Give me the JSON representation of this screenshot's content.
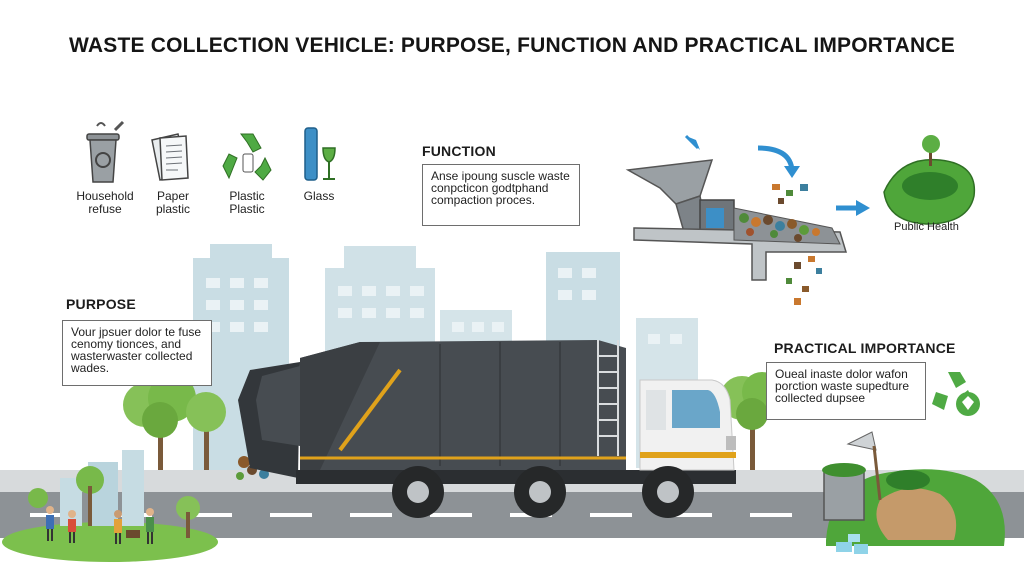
{
  "title": "WASTE COLLECTION VEHICLE:  PURPOSE, FUNCTION AND PRACTICAL IMPORTANCE",
  "waste_types": [
    {
      "icon": "trash-bin-icon",
      "lines": [
        "Household",
        "refuse"
      ]
    },
    {
      "icon": "paper-icon",
      "lines": [
        "Paper",
        "plastic"
      ]
    },
    {
      "icon": "recycle-icon",
      "lines": [
        "Plastic",
        "Plastic"
      ]
    },
    {
      "icon": "glass-icon",
      "lines": [
        "Glass"
      ]
    }
  ],
  "function": {
    "heading": "FUNCTION",
    "lines": [
      "Anse ipoung suscle waste",
      "conpcticon godtphand",
      "compaction proces."
    ]
  },
  "purpose": {
    "heading": "PURPOSE",
    "lines": [
      "Vour jpsuer dolor te fuse",
      "cenomy tionces, and",
      "wasterwaster collected",
      "wades."
    ]
  },
  "practical": {
    "heading": "PRACTICAL IMPORTANCE",
    "lines": [
      "Oueal inaste dolor wafon",
      "porction waste supedture",
      "collected dupsee"
    ]
  },
  "public_health_label": "Public Health",
  "colors": {
    "truck_body": "#474c51",
    "truck_dark": "#33373b",
    "cab": "#f1f1f1",
    "stripe": "#e0a21b",
    "building": "#c9dde4",
    "road": "#8d9296",
    "tree": "#78b94a",
    "arrow": "#2f8fd0",
    "recycle": "#4faa44"
  }
}
